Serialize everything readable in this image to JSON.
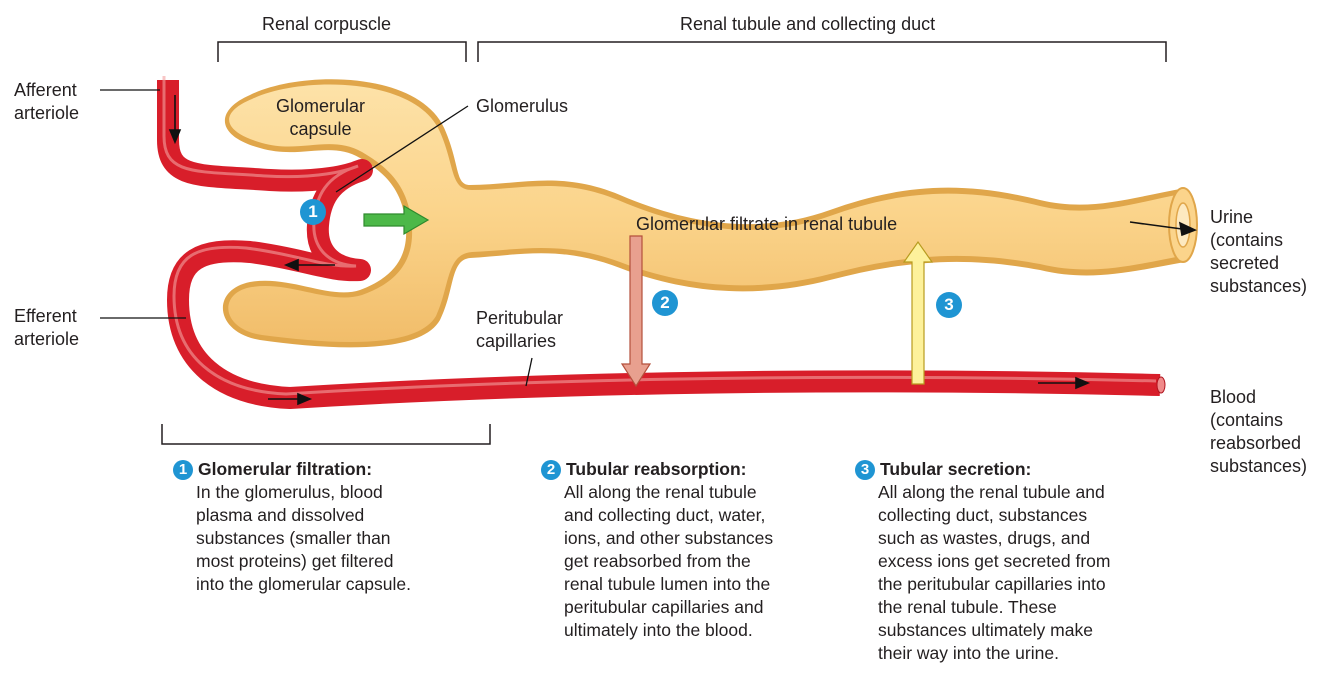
{
  "labels": {
    "renal_corpuscle": "Renal corpuscle",
    "renal_tubule_duct": "Renal tubule and collecting duct",
    "afferent": "Afferent\narteriole",
    "efferent": "Efferent\narteriole",
    "glomerular_capsule": "Glomerular\ncapsule",
    "glomerulus": "Glomerulus",
    "filtrate": "Glomerular filtrate in renal tubule",
    "peritubular": "Peritubular\ncapillaries",
    "urine": "Urine\n(contains\nsecreted\nsubstances)",
    "blood": "Blood\n(contains\nreabsorbed\nsubstances)"
  },
  "badges": [
    "1",
    "2",
    "3"
  ],
  "steps": [
    {
      "number": "1",
      "title": "Glomerular filtration:",
      "body": "In the glomerulus, blood\nplasma and dissolved\nsubstances (smaller than\nmost proteins) get filtered\ninto the glomerular capsule."
    },
    {
      "number": "2",
      "title": "Tubular reabsorption:",
      "body": "All along the renal tubule\nand collecting duct, water,\nions, and other substances\nget reabsorbed from the\nrenal tubule lumen into the\nperitubular capillaries and\nultimately into the blood."
    },
    {
      "number": "3",
      "title": "Tubular secretion:",
      "body": "All along the renal tubule and\ncollecting duct, substances\nsuch as wastes, drugs, and\nexcess ions get secreted from\nthe peritubular capillaries into\nthe renal tubule. These\nsubstances ultimately make\ntheir way into the urine."
    }
  ],
  "colors": {
    "vessel": "#d81e2a",
    "vessel_highlight": "#f4a0a0",
    "tubule": "#fbd48b",
    "tubule_outline": "#e0a64a",
    "filtration_arrow": "#4cb848",
    "reabsorption_arrow": "#e8a08f",
    "secretion_arrow": "#fdf19b",
    "badge": "#1f95d3"
  }
}
